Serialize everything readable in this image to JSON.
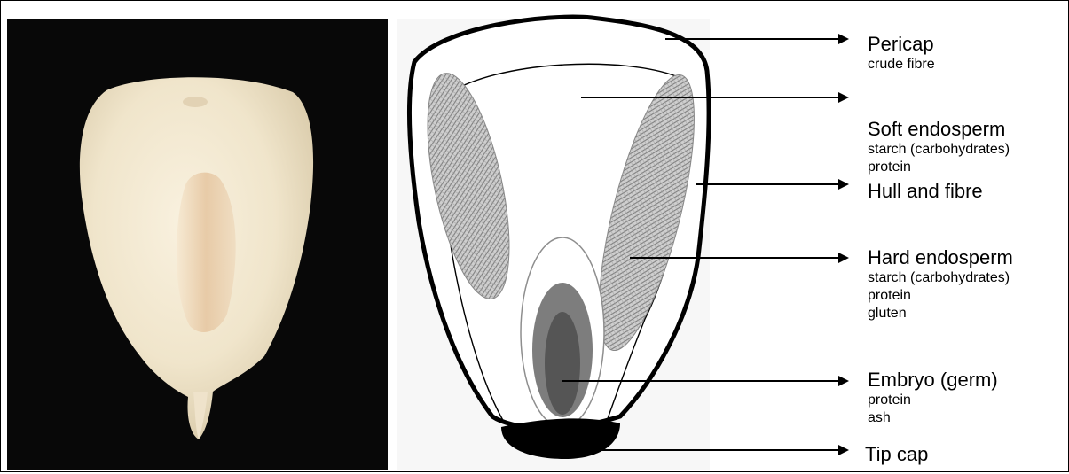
{
  "labels": [
    {
      "name": "Pericap",
      "sub": [
        "crude fibre"
      ]
    },
    {
      "name": "Soft endosperm",
      "sub": [
        "starch (carbohydrates)",
        "protein"
      ]
    },
    {
      "name": "Hull and fibre",
      "sub": []
    },
    {
      "name": "Hard endosperm",
      "sub": [
        "starch (carbohydrates)",
        "protein",
        "gluten"
      ]
    },
    {
      "name": "Embryo (germ)",
      "sub": [
        "protein",
        "ash"
      ]
    },
    {
      "name": "Tip cap",
      "sub": []
    }
  ]
}
